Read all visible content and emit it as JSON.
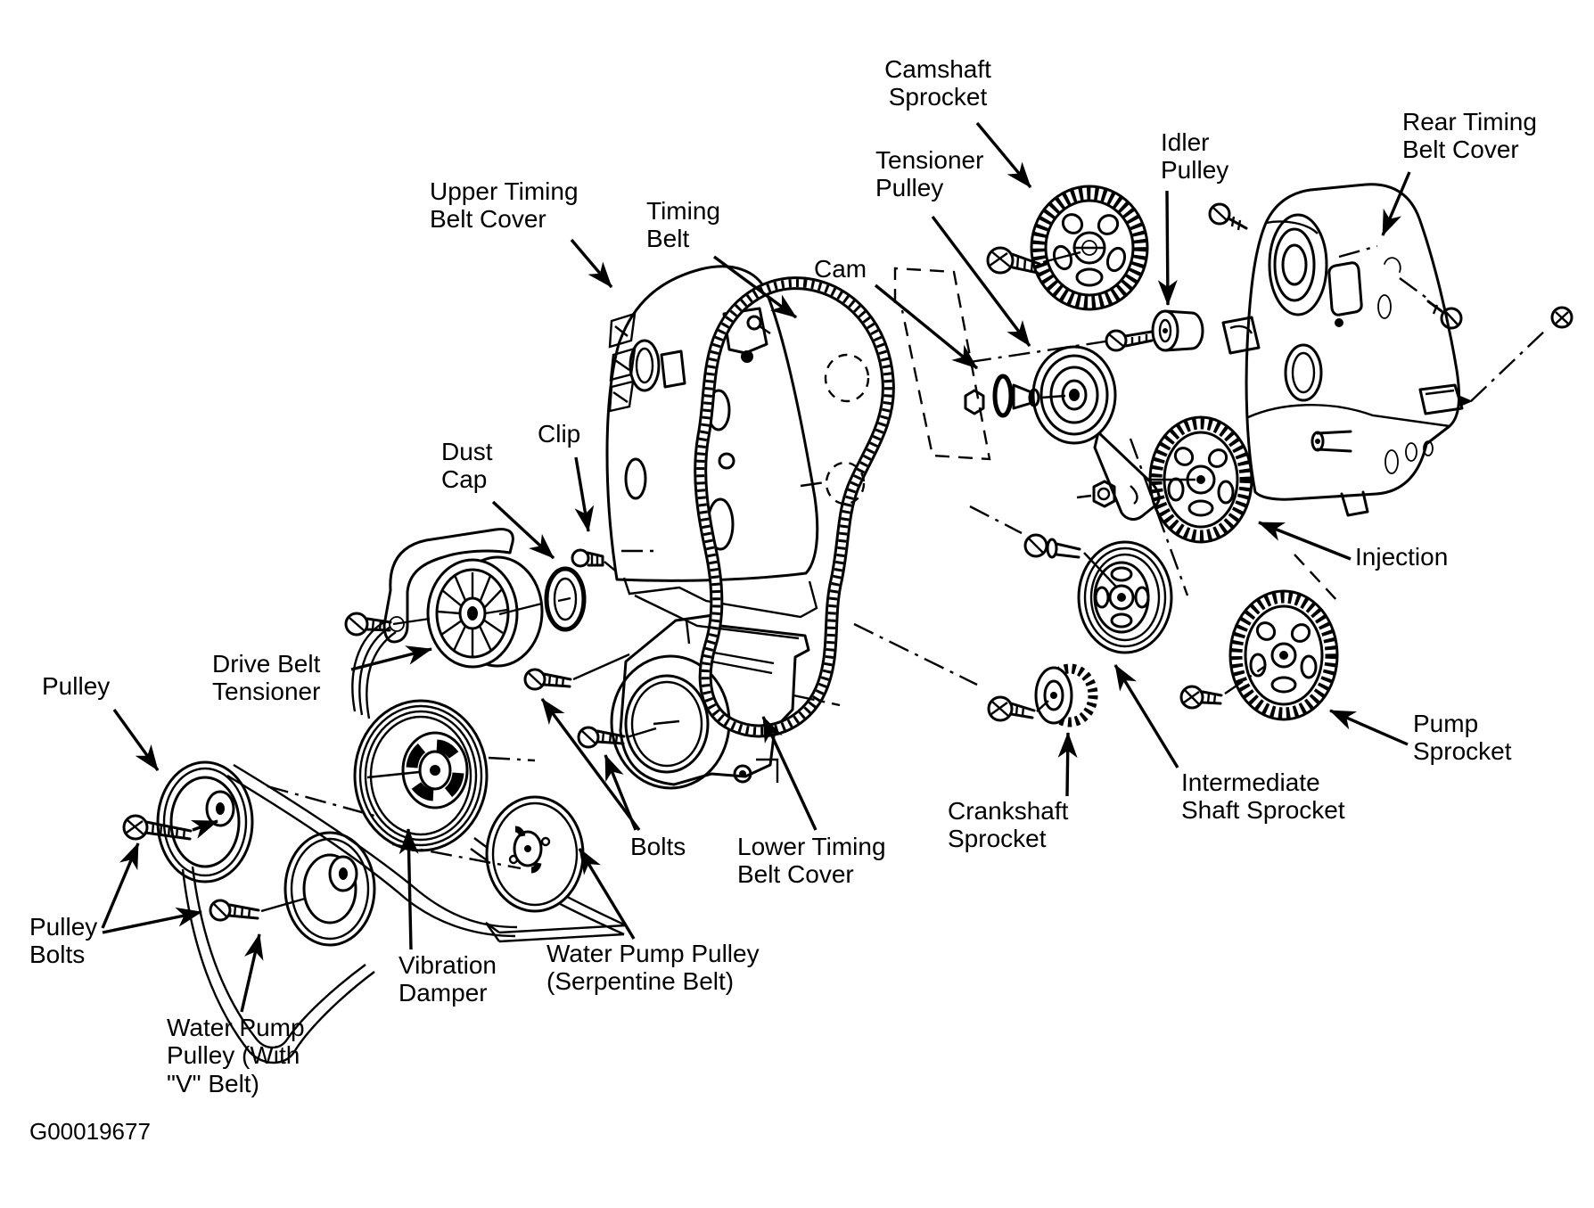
{
  "figure": {
    "code": "G00019677",
    "description": "Exploded view of engine timing belt, sprockets, pulleys and covers",
    "ink_color": "#000000",
    "background_color": "#ffffff"
  },
  "labels": {
    "camshaft_sprocket": "Camshaft\nSprocket",
    "tensioner_pulley": "Tensioner\nPulley",
    "idler_pulley": "Idler\nPulley",
    "rear_timing_belt_cover": "Rear Timing\nBelt Cover",
    "upper_timing_belt_cover": "Upper Timing\nBelt Cover",
    "timing_belt": "Timing\nBelt",
    "cam": "Cam",
    "dust_cap": "Dust\nCap",
    "clip": "Clip",
    "drive_belt_tensioner": "Drive Belt\nTensioner",
    "pulley": "Pulley",
    "pulley_bolts": "Pulley\nBolts",
    "water_pump_pulley_v_belt": "Water Pump\nPulley (With\n\"V\" Belt)",
    "vibration_damper": "Vibration\nDamper",
    "water_pump_pulley_serpentine": "Water Pump Pulley\n(Serpentine Belt)",
    "bolts": "Bolts",
    "lower_timing_belt_cover": "Lower Timing\nBelt Cover",
    "crankshaft_sprocket": "Crankshaft\nSprocket",
    "intermediate_shaft_sprocket": "Intermediate\nShaft Sprocket",
    "pump_sprocket": "Pump\nSprocket",
    "injection": "Injection"
  }
}
